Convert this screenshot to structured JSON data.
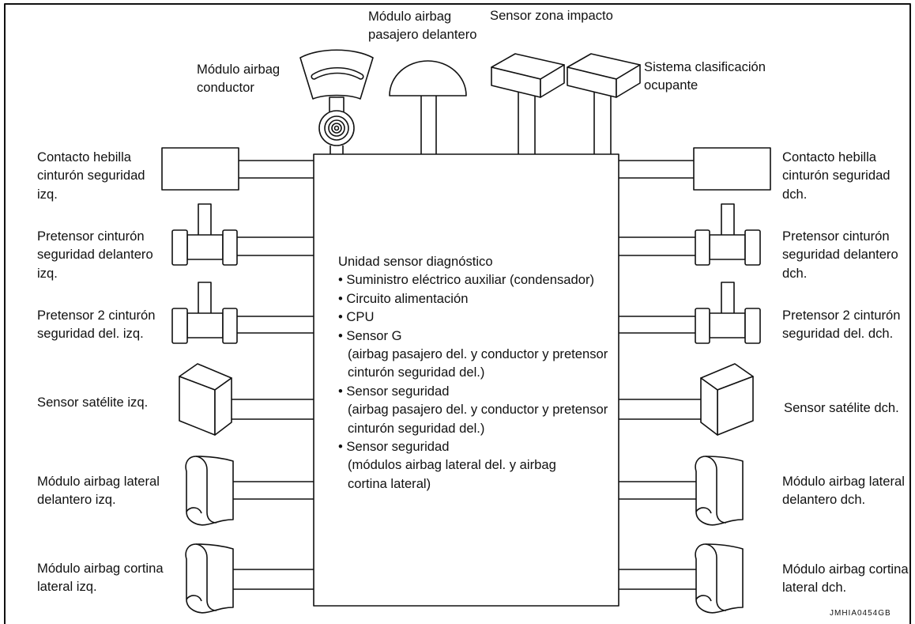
{
  "central_unit": {
    "title": "Unidad sensor diagnóstico",
    "items": [
      {
        "label": "• Suministro eléctrico auxiliar (condensador)"
      },
      {
        "label": "• Circuito alimentación"
      },
      {
        "label": "• CPU"
      },
      {
        "label": "• Sensor G",
        "detail": [
          "(airbag pasajero del. y conductor y pretensor",
          "cinturón seguridad del.)"
        ]
      },
      {
        "label": "• Sensor seguridad",
        "detail": [
          "(airbag pasajero del. y conductor y pretensor",
          "cinturón seguridad del.)"
        ]
      },
      {
        "label": "• Sensor seguridad",
        "detail": [
          "(módulos airbag lateral del. y airbag",
          "cortina lateral)"
        ]
      }
    ]
  },
  "top": {
    "driver_airbag": [
      "Módulo airbag",
      "conductor"
    ],
    "passenger_airbag": [
      "Módulo airbag",
      "pasajero delantero"
    ],
    "impact_zone_sensor": [
      "Sensor zona impacto"
    ],
    "occupant_classification": [
      "Sistema clasificación",
      "ocupante"
    ]
  },
  "left": {
    "buckle_switch": [
      "Contacto hebilla",
      "cinturón seguridad",
      "izq."
    ],
    "pretensioner": [
      "Pretensor cinturón",
      "seguridad delantero",
      "izq."
    ],
    "pretensioner_2": [
      "Pretensor 2 cinturón",
      "seguridad del. izq."
    ],
    "satellite_sensor": [
      "Sensor satélite izq."
    ],
    "side_airbag": [
      "Módulo airbag lateral",
      "delantero izq."
    ],
    "curtain_airbag": [
      "Módulo airbag cortina",
      "lateral izq."
    ]
  },
  "right": {
    "buckle_switch": [
      "Contacto hebilla",
      "cinturón seguridad",
      "dch."
    ],
    "pretensioner": [
      "Pretensor cinturón",
      "seguridad delantero",
      "dch."
    ],
    "pretensioner_2": [
      "Pretensor 2 cinturón",
      "seguridad del. dch."
    ],
    "satellite_sensor": [
      "Sensor satélite dch."
    ],
    "side_airbag": [
      "Módulo airbag lateral",
      "delantero dch."
    ],
    "curtain_airbag": [
      "Módulo airbag cortina",
      "lateral dch."
    ]
  },
  "figure_code": "JMHIA0454GB"
}
